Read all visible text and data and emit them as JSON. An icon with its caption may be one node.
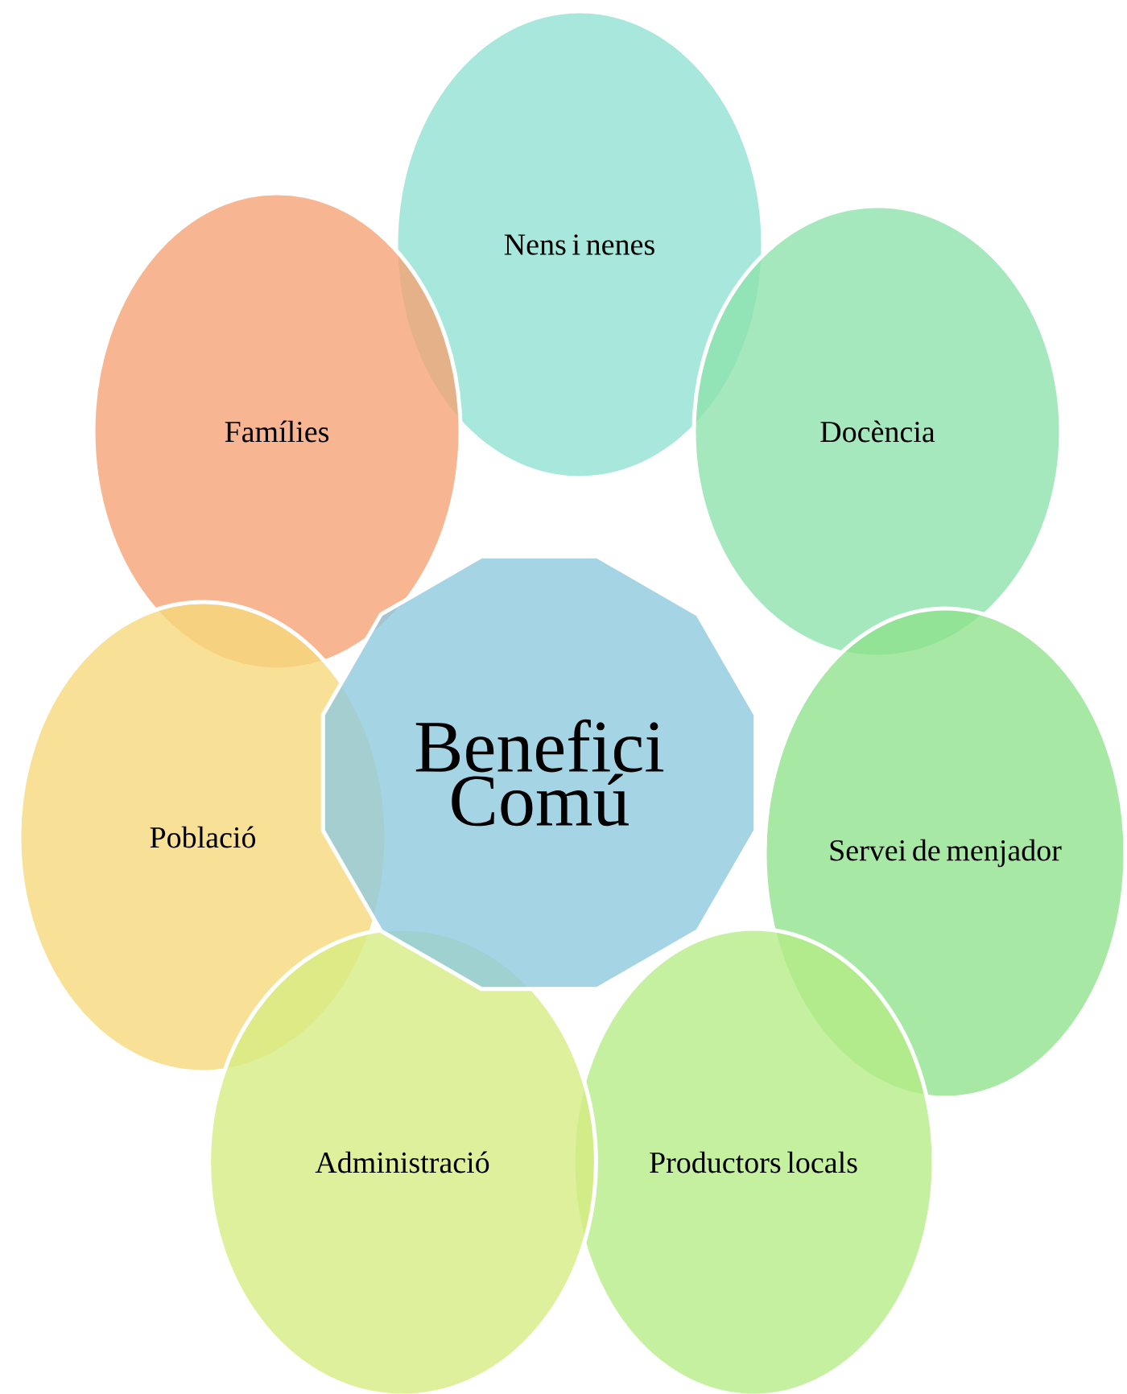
{
  "diagram": {
    "nodes": [
      {
        "text": [
          "Benefici Comú"
        ]
      },
      {
        "text": [
          "Nens i nenes"
        ]
      },
      {
        "text": [
          "Famílies"
        ]
      },
      {
        "text": [
          "Docència"
        ]
      },
      {
        "text": [
          "Població"
        ]
      },
      {
        "text": [
          "Servei de menjador"
        ]
      },
      {
        "text": [
          "Administració"
        ]
      },
      {
        "text": [
          "Productors locals"
        ]
      }
    ]
  }
}
